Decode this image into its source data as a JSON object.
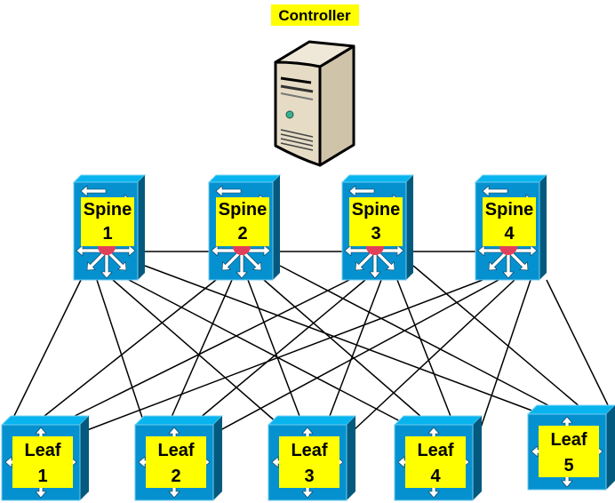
{
  "title": "Spine-Leaf Fabric with Controller",
  "controller": {
    "label": "Controller",
    "icon": "server-tower-icon"
  },
  "spines": [
    {
      "id": "spine1",
      "line1": "Spine",
      "line2": "1"
    },
    {
      "id": "spine2",
      "line1": "Spine",
      "line2": "2"
    },
    {
      "id": "spine3",
      "line1": "Spine",
      "line2": "3"
    },
    {
      "id": "spine4",
      "line1": "Spine",
      "line2": "4"
    }
  ],
  "leaves": [
    {
      "id": "leaf1",
      "line1": "Leaf",
      "line2": "1"
    },
    {
      "id": "leaf2",
      "line1": "Leaf",
      "line2": "2"
    },
    {
      "id": "leaf3",
      "line1": "Leaf",
      "line2": "3"
    },
    {
      "id": "leaf4",
      "line1": "Leaf",
      "line2": "4"
    },
    {
      "id": "leaf5",
      "line1": "Leaf",
      "line2": "5"
    }
  ],
  "spine_links": [
    [
      "spine1",
      "spine2"
    ],
    [
      "spine2",
      "spine3"
    ],
    [
      "spine3",
      "spine4"
    ]
  ],
  "fabric_links": "full-mesh: every spine connects to every leaf",
  "colors": {
    "switch_face": "#0591cf",
    "switch_top": "#08b4ee",
    "switch_side": "#035a7e",
    "label_bg": "#ffff00",
    "hub_dot": "#e2405a",
    "link": "#000000"
  }
}
